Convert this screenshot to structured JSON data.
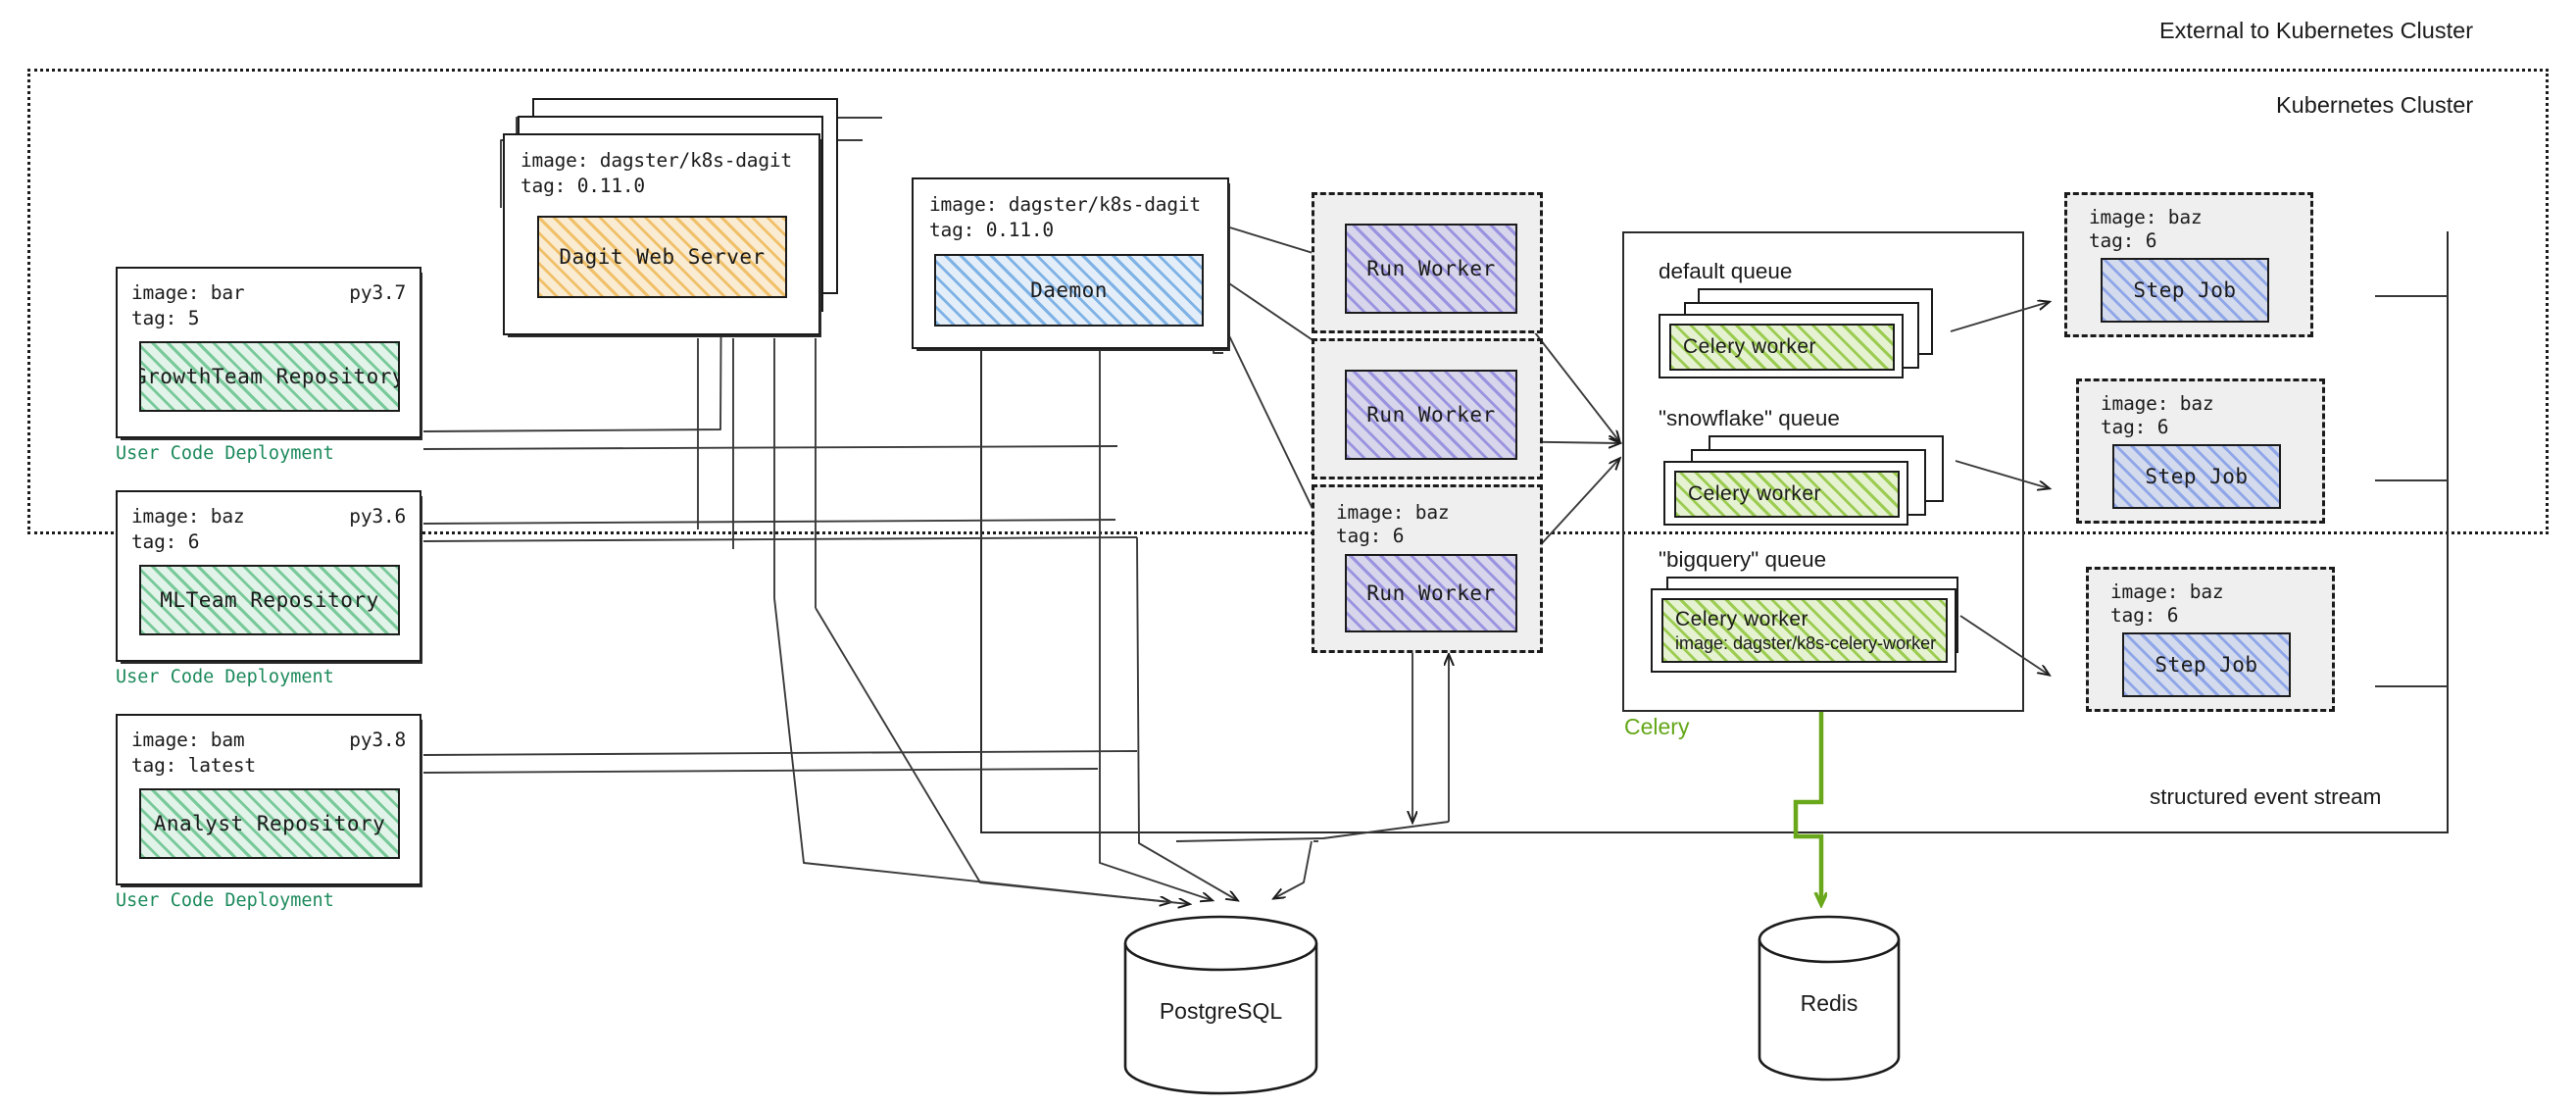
{
  "regions": {
    "external_label": "External to Kubernetes Cluster",
    "cluster_label": "Kubernetes Cluster",
    "event_stream_label": "structured event stream",
    "celery_label": "Celery"
  },
  "user_code_deployments": [
    {
      "image_line": "image: bar",
      "py_version": "py3.7",
      "tag_line": "tag: 5",
      "repository": "GrowthTeam Repository",
      "caption": "User Code Deployment"
    },
    {
      "image_line": "image: baz",
      "py_version": "py3.6",
      "tag_line": "tag: 6",
      "repository": "MLTeam Repository",
      "caption": "User Code Deployment"
    },
    {
      "image_line": "image: bam",
      "py_version": "py3.8",
      "tag_line": "tag: latest",
      "repository": "Analyst Repository",
      "caption": "User Code Deployment"
    }
  ],
  "dagit": {
    "image_line": "image: dagster/k8s-dagit",
    "tag_line": "tag: 0.11.0",
    "title": "Dagit Web Server"
  },
  "daemon": {
    "image_line": "image: dagster/k8s-dagit",
    "tag_line": "tag: 0.11.0",
    "title": "Daemon"
  },
  "run_workers": [
    {
      "title": "Run Worker",
      "image_line": "",
      "tag_line": ""
    },
    {
      "title": "Run Worker",
      "image_line": "",
      "tag_line": ""
    },
    {
      "title": "Run Worker",
      "image_line": "image: baz",
      "tag_line": "tag: 6"
    }
  ],
  "celery_queues": [
    {
      "queue_label": "default queue",
      "worker_label": "Celery worker",
      "worker_image": ""
    },
    {
      "queue_label": "\"snowflake\" queue",
      "worker_label": "Celery worker",
      "worker_image": ""
    },
    {
      "queue_label": "\"bigquery\" queue",
      "worker_label": "Celery worker",
      "worker_image": "image: dagster/k8s-celery-worker"
    }
  ],
  "step_jobs": [
    {
      "image_line": "image: baz",
      "tag_line": "tag: 6",
      "title": "Step Job"
    },
    {
      "image_line": "image: baz",
      "tag_line": "tag: 6",
      "title": "Step Job"
    },
    {
      "image_line": "image: baz",
      "tag_line": "tag: 6",
      "title": "Step Job"
    }
  ],
  "datastores": [
    {
      "name": "PostgreSQL"
    },
    {
      "name": "Redis"
    }
  ],
  "colors": {
    "repository_fill": "#79c99a",
    "dagit_fill": "#f0c06a",
    "daemon_fill": "#7fb2e5",
    "run_worker_fill": "#9a93e0",
    "celery_worker_fill": "#9ccc52",
    "step_job_fill": "#8fa6e8",
    "user_code_caption": "#1d8a5c",
    "celery_caption": "#63a718",
    "pod_bg": "#efefef",
    "stroke": "#1b1b1b"
  }
}
